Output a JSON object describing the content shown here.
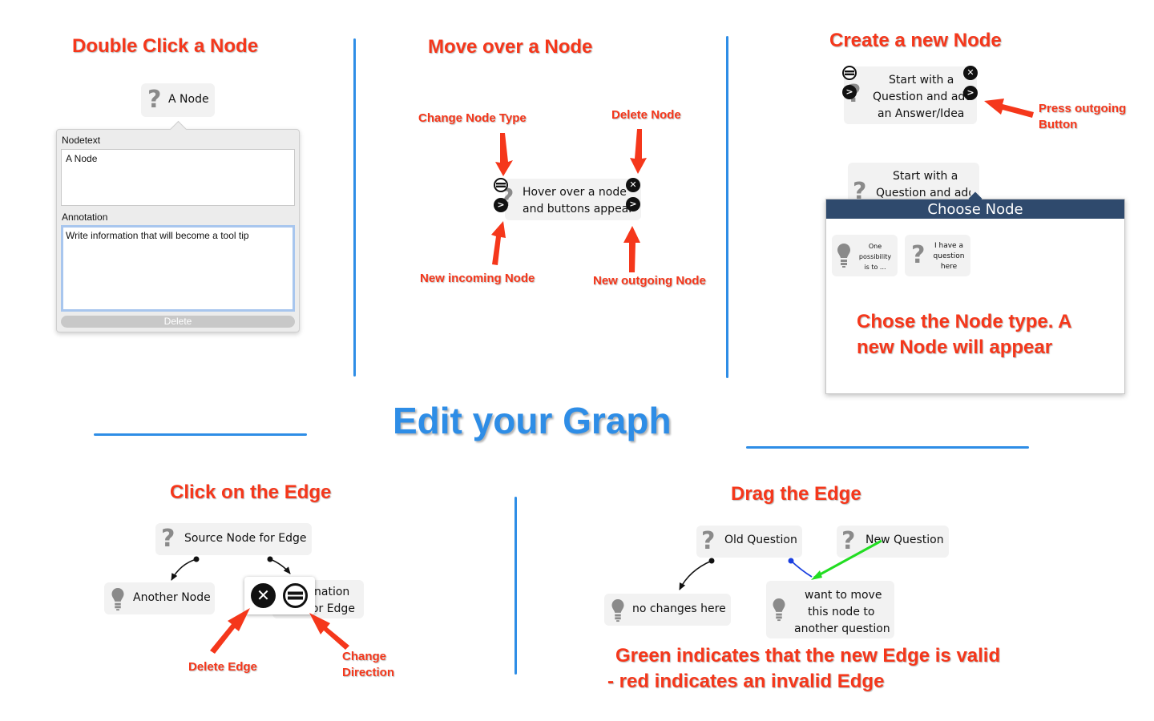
{
  "main_title": "Edit your Graph",
  "colors": {
    "accent_red": "#f5371b",
    "accent_blue": "#2e8de6",
    "dialog_header": "#2f4a6d",
    "valid_edge": "#22dd22",
    "edge_blue": "#1a3fe0"
  },
  "section1": {
    "title": "Double Click a Node",
    "node_label": "A Node",
    "panel": {
      "nodetext_label": "Nodetext",
      "nodetext_value": "A Node",
      "annotation_label": "Annotation",
      "annotation_value": "Write information that will become a tool tip",
      "delete_label": "Delete"
    }
  },
  "section2": {
    "title": "Move over a Node",
    "node_line1": "Hover over a node",
    "node_line2": "and buttons appear",
    "callouts": {
      "change_type": "Change Node Type",
      "delete": "Delete Node",
      "new_incoming": "New incoming Node",
      "new_outgoing": "New outgoing Node"
    }
  },
  "section3": {
    "title": "Create a new Node",
    "node_line1": "Start with a",
    "node_line2": "Question and add",
    "node_line3": "an Answer/Idea",
    "callout_line1": "Press outgoing",
    "callout_line2": "Button",
    "node2_line1": "Start with a",
    "node2_line2": "Question and add",
    "dialog": {
      "title": "Choose Node",
      "option_idea_1": "One",
      "option_idea_2": "possibility",
      "option_idea_3": "is to ...",
      "option_question_1": "I have a",
      "option_question_2": "question",
      "option_question_3": "here",
      "message_line1": "Chose the Node type. A",
      "message_line2": "new Node will appear"
    }
  },
  "section4": {
    "title": "Click on the Edge",
    "source_node": "Source Node for Edge",
    "another_node": "Another Node",
    "dest_line1": "nation",
    "dest_line2": "for Edge",
    "callout_delete": "Delete Edge",
    "callout_change_1": "Change",
    "callout_change_2": "Direction"
  },
  "section5": {
    "title": "Drag the Edge",
    "old_question": "Old Question",
    "new_question": "New Question",
    "no_changes": "no changes here",
    "move_line1": "want to move",
    "move_line2": "this node to",
    "move_line3": "another question",
    "message_line1": "Green indicates that the new Edge is valid",
    "message_line2": "- red indicates an invalid Edge"
  }
}
